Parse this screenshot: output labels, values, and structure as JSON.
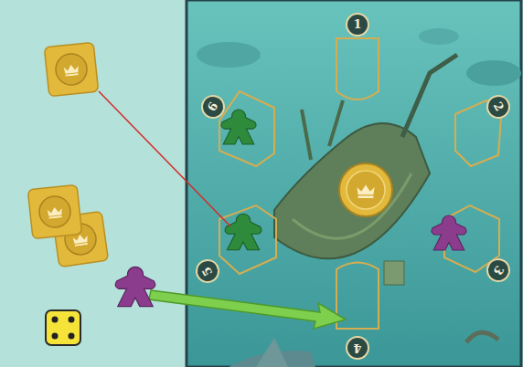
{
  "diagram": {
    "labels": [
      "1",
      "6",
      "2",
      "5",
      "3",
      "4"
    ]
  }
}
